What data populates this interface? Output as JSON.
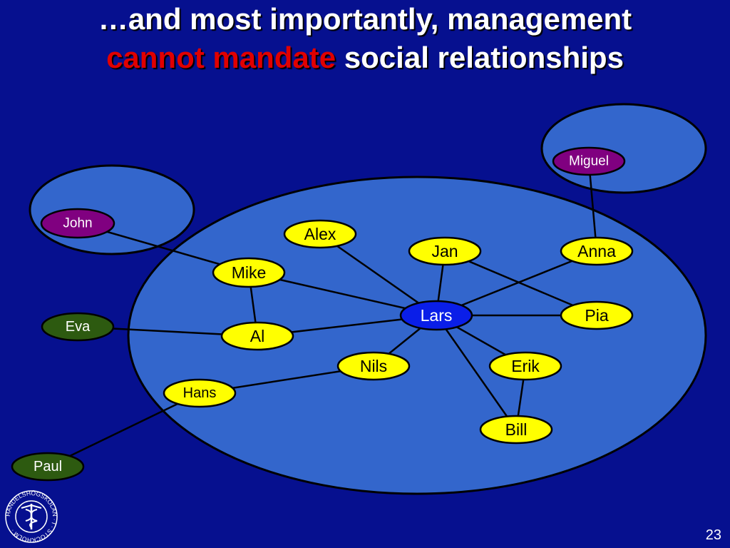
{
  "title": {
    "line1": "…and most importantly, management",
    "line2_accent": "cannot mandate",
    "line2_rest": " social relationships"
  },
  "page_number": "23",
  "colors": {
    "background": "#06108f",
    "group_fill": "#3366cc",
    "member_node": "#ffff00",
    "center_node": "#0a1ee8",
    "outside_purple": "#800080",
    "outside_green": "#2d5a10",
    "accent_text": "#e00000"
  },
  "logo": {
    "icon": "university-seal-icon",
    "text": "HANDELSHÖGSKOLAN · I · STOCKHOLM ·"
  },
  "nodes": [
    {
      "id": "miguel",
      "label": "Miguel",
      "kind": "purple"
    },
    {
      "id": "john",
      "label": "John",
      "kind": "purple"
    },
    {
      "id": "alex",
      "label": "Alex",
      "kind": "member"
    },
    {
      "id": "jan",
      "label": "Jan",
      "kind": "member"
    },
    {
      "id": "anna",
      "label": "Anna",
      "kind": "member"
    },
    {
      "id": "mike",
      "label": "Mike",
      "kind": "member"
    },
    {
      "id": "lars",
      "label": "Lars",
      "kind": "center"
    },
    {
      "id": "pia",
      "label": "Pia",
      "kind": "member"
    },
    {
      "id": "eva",
      "label": "Eva",
      "kind": "green"
    },
    {
      "id": "al",
      "label": "Al",
      "kind": "member"
    },
    {
      "id": "nils",
      "label": "Nils",
      "kind": "member"
    },
    {
      "id": "erik",
      "label": "Erik",
      "kind": "member"
    },
    {
      "id": "hans",
      "label": "Hans",
      "kind": "member"
    },
    {
      "id": "bill",
      "label": "Bill",
      "kind": "member"
    },
    {
      "id": "paul",
      "label": "Paul",
      "kind": "green"
    }
  ],
  "edges": [
    [
      "miguel",
      "anna"
    ],
    [
      "john",
      "mike"
    ],
    [
      "alex",
      "lars"
    ],
    [
      "jan",
      "lars"
    ],
    [
      "jan",
      "pia"
    ],
    [
      "anna",
      "lars"
    ],
    [
      "mike",
      "lars"
    ],
    [
      "mike",
      "al"
    ],
    [
      "lars",
      "pia"
    ],
    [
      "lars",
      "al"
    ],
    [
      "lars",
      "nils"
    ],
    [
      "lars",
      "erik"
    ],
    [
      "lars",
      "bill"
    ],
    [
      "eva",
      "al"
    ],
    [
      "nils",
      "hans"
    ],
    [
      "erik",
      "bill"
    ],
    [
      "hans",
      "paul"
    ]
  ]
}
